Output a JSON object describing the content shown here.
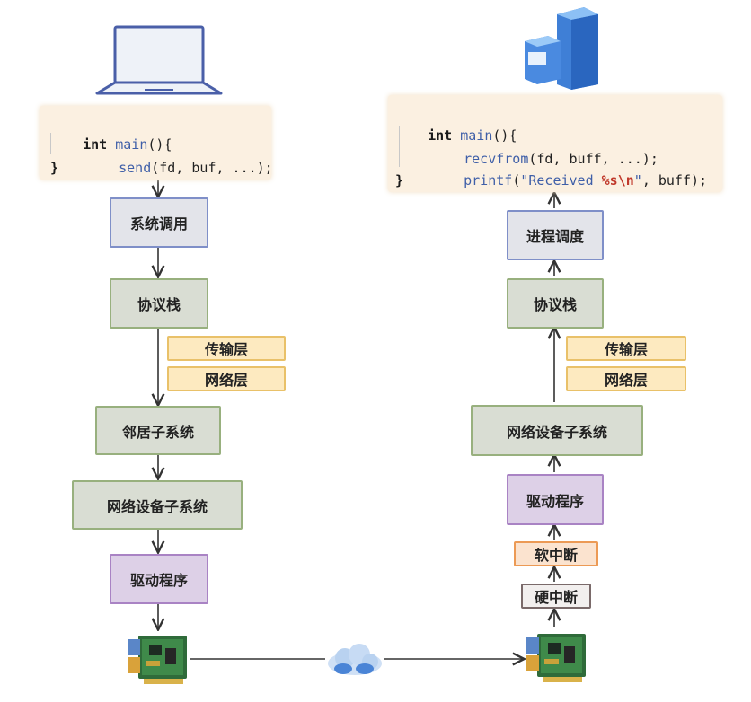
{
  "sender": {
    "icon": "laptop-icon",
    "code": {
      "line1_kw": "int",
      "line1_fn": "main",
      "line1_rest": "(){",
      "line2_fn": "send",
      "line2_rest": "(fd, buf, ...);",
      "line3": "}"
    },
    "stack": {
      "syscall": "系统调用",
      "protocol_stack": "协议栈",
      "transport_layer": "传输层",
      "network_layer": "网络层",
      "neighbor_subsystem": "邻居子系统",
      "netdev_subsystem": "网络设备子系统",
      "driver": "驱动程序"
    },
    "nic_icon": "network-card-icon"
  },
  "receiver": {
    "icon": "server-icon",
    "code": {
      "line1_kw": "int",
      "line1_fn": "main",
      "line1_rest": "(){",
      "line2_fn": "recvfrom",
      "line2_rest": "(fd, buff, ...);",
      "line3_fn": "printf",
      "line3_open": "(",
      "line3_str1": "\"Received ",
      "line3_fmt": "%s\\n",
      "line3_str2": "\"",
      "line3_rest": ", buff);",
      "line4": "}"
    },
    "stack": {
      "process_scheduling": "进程调度",
      "protocol_stack": "协议栈",
      "transport_layer": "传输层",
      "network_layer": "网络层",
      "netdev_subsystem": "网络设备子系统",
      "driver": "驱动程序",
      "soft_irq": "软中断",
      "hard_irq": "硬中断"
    },
    "nic_icon": "network-card-icon"
  },
  "network": {
    "icon": "cloud-icon"
  },
  "colors": {
    "syscall_border": "#7f8fc8",
    "stack_border": "#98b07e",
    "driver_border": "#a983c4",
    "layer_border": "#e9c169",
    "softirq_border": "#ec9a55",
    "hardirq_border": "#7a6a6a"
  }
}
